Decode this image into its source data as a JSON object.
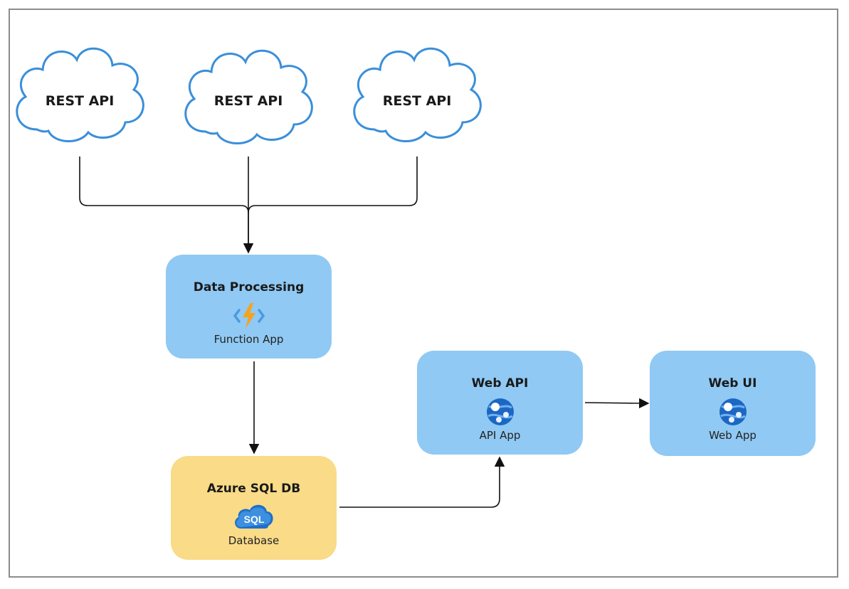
{
  "clouds": [
    {
      "label": "REST API"
    },
    {
      "label": "REST API"
    },
    {
      "label": "REST API"
    }
  ],
  "nodes": {
    "processing": {
      "title": "Data Processing",
      "subtitle": "Function App",
      "icon": "function-app-icon",
      "color": "#90c9f3"
    },
    "database": {
      "title": "Azure SQL DB",
      "subtitle": "Database",
      "icon": "sql-database-icon",
      "icon_text": "SQL",
      "color": "#f9db88"
    },
    "webapi": {
      "title": "Web API",
      "subtitle": "API App",
      "icon": "app-service-icon",
      "color": "#90c9f3"
    },
    "webui": {
      "title": "Web UI",
      "subtitle": "Web App",
      "icon": "app-service-icon",
      "color": "#90c9f3"
    }
  },
  "connections": [
    {
      "from": "REST API (1)",
      "to": "Data Processing"
    },
    {
      "from": "REST API (2)",
      "to": "Data Processing"
    },
    {
      "from": "REST API (3)",
      "to": "Data Processing"
    },
    {
      "from": "Data Processing",
      "to": "Azure SQL DB"
    },
    {
      "from": "Azure SQL DB",
      "to": "Web API"
    },
    {
      "from": "Web API",
      "to": "Web UI"
    }
  ]
}
